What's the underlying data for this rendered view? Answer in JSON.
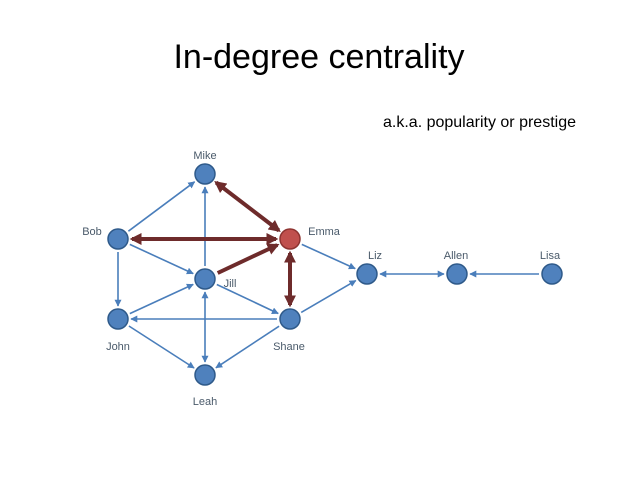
{
  "slide": {
    "title": "In-degree centrality",
    "subtitle": "a.k.a. popularity or prestige"
  },
  "colors": {
    "node_fill": "#4F81BD",
    "node_stroke": "#2F5A8A",
    "highlight_fill": "#C0504D",
    "edge": "#4A7EBB",
    "highlight_edge": "#6E2B2B",
    "label": "#4A5A6A"
  },
  "network": {
    "nodes": [
      {
        "id": "mike",
        "label": "Mike",
        "highlight": false
      },
      {
        "id": "bob",
        "label": "Bob",
        "highlight": false
      },
      {
        "id": "emma",
        "label": "Emma",
        "highlight": true
      },
      {
        "id": "jill",
        "label": "Jill",
        "highlight": false
      },
      {
        "id": "liz",
        "label": "Liz",
        "highlight": false
      },
      {
        "id": "allen",
        "label": "Allen",
        "highlight": false
      },
      {
        "id": "lisa",
        "label": "Lisa",
        "highlight": false
      },
      {
        "id": "john",
        "label": "John",
        "highlight": false
      },
      {
        "id": "shane",
        "label": "Shane",
        "highlight": false
      },
      {
        "id": "leah",
        "label": "Leah",
        "highlight": false
      }
    ],
    "edges": [
      {
        "from": "bob",
        "to": "mike",
        "bidirectional": false,
        "highlight": false
      },
      {
        "from": "bob",
        "to": "jill",
        "bidirectional": false,
        "highlight": false
      },
      {
        "from": "bob",
        "to": "john",
        "bidirectional": false,
        "highlight": false
      },
      {
        "from": "jill",
        "to": "mike",
        "bidirectional": false,
        "highlight": false
      },
      {
        "from": "jill",
        "to": "shane",
        "bidirectional": false,
        "highlight": false
      },
      {
        "from": "jill",
        "to": "leah",
        "bidirectional": true,
        "highlight": false
      },
      {
        "from": "john",
        "to": "jill",
        "bidirectional": false,
        "highlight": false
      },
      {
        "from": "shane",
        "to": "john",
        "bidirectional": false,
        "highlight": false
      },
      {
        "from": "john",
        "to": "leah",
        "bidirectional": false,
        "highlight": false
      },
      {
        "from": "shane",
        "to": "leah",
        "bidirectional": false,
        "highlight": false
      },
      {
        "from": "shane",
        "to": "liz",
        "bidirectional": false,
        "highlight": false
      },
      {
        "from": "emma",
        "to": "liz",
        "bidirectional": false,
        "highlight": false
      },
      {
        "from": "liz",
        "to": "allen",
        "bidirectional": true,
        "highlight": false
      },
      {
        "from": "lisa",
        "to": "allen",
        "bidirectional": false,
        "highlight": false
      },
      {
        "from": "emma",
        "to": "bob",
        "bidirectional": true,
        "highlight": true
      },
      {
        "from": "emma",
        "to": "mike",
        "bidirectional": true,
        "highlight": true
      },
      {
        "from": "jill",
        "to": "emma",
        "bidirectional": false,
        "highlight": true
      },
      {
        "from": "emma",
        "to": "shane",
        "bidirectional": true,
        "highlight": true
      }
    ]
  }
}
